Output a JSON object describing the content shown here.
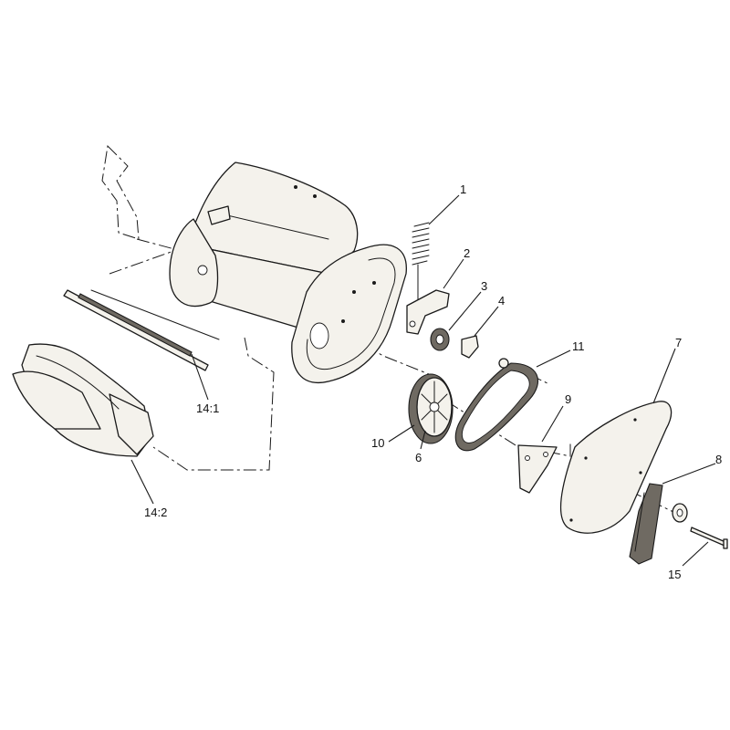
{
  "callouts": [
    {
      "key": "c1",
      "text": "1"
    },
    {
      "key": "c2",
      "text": "2"
    },
    {
      "key": "c3",
      "text": "3"
    },
    {
      "key": "c4",
      "text": "4"
    },
    {
      "key": "c5",
      "text": "6"
    },
    {
      "key": "c6",
      "text": "7"
    },
    {
      "key": "c7",
      "text": "8"
    },
    {
      "key": "c8",
      "text": "9"
    },
    {
      "key": "c9",
      "text": "10"
    },
    {
      "key": "c10",
      "text": "11"
    },
    {
      "key": "c11",
      "text": "14:1"
    },
    {
      "key": "c12",
      "text": "14:2"
    },
    {
      "key": "c13",
      "text": "15"
    }
  ]
}
